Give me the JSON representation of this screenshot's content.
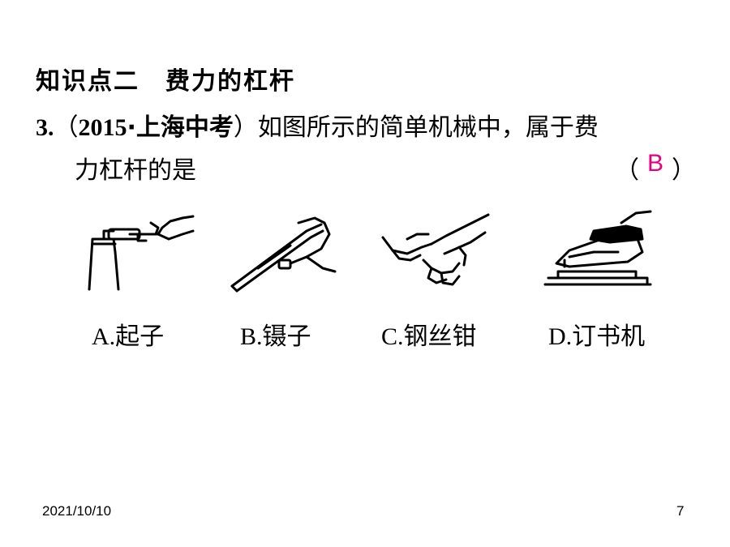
{
  "section": {
    "label": "知识点二",
    "title": "费力的杠杆"
  },
  "question": {
    "number": "3.",
    "source_open": "（",
    "source_year": "2015",
    "source_dot": "·",
    "source_name": "上海中考",
    "source_close": "）",
    "text_line1": "如图所示的简单机械中，属于费",
    "text_line2": "力杠杆的是",
    "answer_open": "（",
    "answer": "B",
    "answer_close": "）"
  },
  "options": [
    {
      "letter": "A.",
      "label": "起子",
      "icon": "bottle-opener-icon"
    },
    {
      "letter": "B.",
      "label": "镊子",
      "icon": "tweezers-icon"
    },
    {
      "letter": "C.",
      "label": "钢丝钳",
      "icon": "pliers-icon"
    },
    {
      "letter": "D.",
      "label": "订书机",
      "icon": "stapler-icon"
    }
  ],
  "footer": {
    "date": "2021/10/10",
    "page": "7"
  },
  "colors": {
    "answer": "#e6007e",
    "text": "#000000"
  }
}
